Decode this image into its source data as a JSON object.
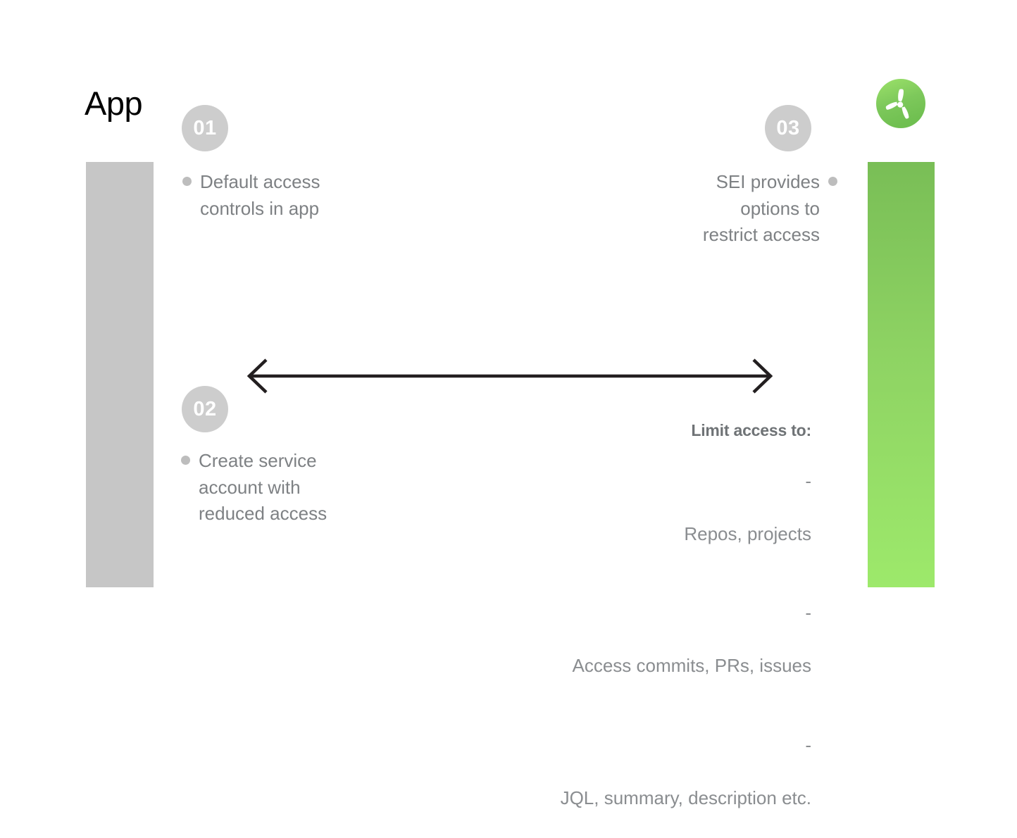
{
  "slide": {
    "title": "App",
    "accent_color": "#8ed363",
    "muted_text_color": "#7e8184",
    "badge_color": "#cdcdcd"
  },
  "columns": {
    "left": {
      "name": "app-column",
      "color": "#c6c6c6"
    },
    "right": {
      "name": "sei-column",
      "gradient_from": "#79be56",
      "gradient_to": "#9de96b"
    }
  },
  "steps": [
    {
      "number": "01",
      "text": "Default access\ncontrols in app",
      "align": "left"
    },
    {
      "number": "02",
      "text": "Create service\naccount with\nreduced access",
      "align": "left"
    },
    {
      "number": "03",
      "text": "SEI provides\noptions to\nrestrict access",
      "align": "right"
    }
  ],
  "limit_access": {
    "heading": "Limit access to:",
    "items": [
      {
        "dash": "-",
        "text": "Repos, projects"
      },
      {
        "dash": "-",
        "text": "Access commits, PRs, issues"
      },
      {
        "dash": "-",
        "text": "JQL, summary, description etc."
      }
    ]
  },
  "arrow": {
    "name": "bidirectional-arrow",
    "direction": "both",
    "color": "#231f20"
  },
  "logo": {
    "name": "harness-sei-logo",
    "shape": "propeller-in-circle",
    "circle_color": "#7dc85b",
    "mark_color": "#ffffff"
  }
}
